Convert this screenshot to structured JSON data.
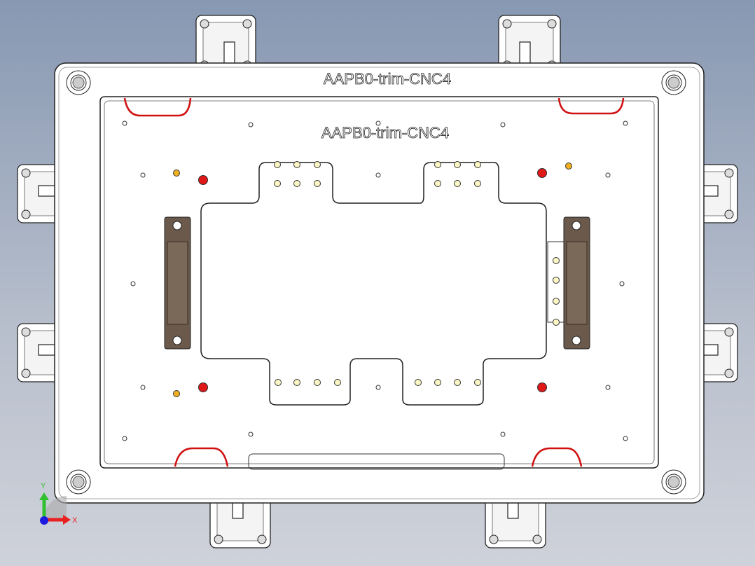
{
  "viewport": {
    "part_labels": [
      "AAPB0-trim-CNC4",
      "AAPB0-trim-CNC4"
    ],
    "triad": {
      "x_label": "X",
      "y_label": "Y"
    },
    "colors": {
      "background_top": "#8798b2",
      "background_bottom": "#cfd2da",
      "plate": "#ffffff",
      "edge": "#222222",
      "trim_edge": "#d01010",
      "red_pin": "#e01818",
      "yellow_pin": "#f0b020",
      "pale_pin": "#fbf6c4",
      "handle": "#6b5a4c",
      "x_axis": "#e82020",
      "y_axis": "#30c030",
      "z_axis": "#1a1ae0"
    }
  }
}
